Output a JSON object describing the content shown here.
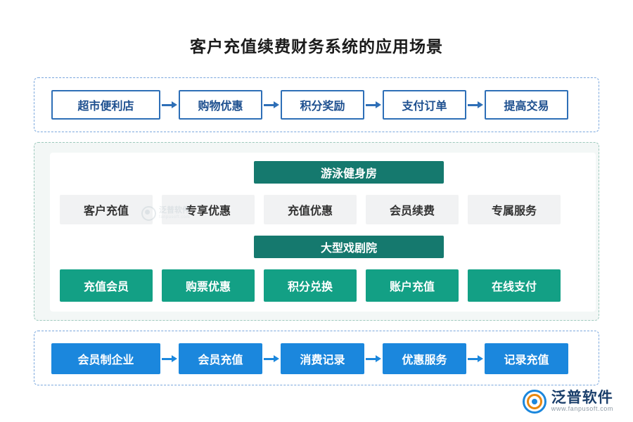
{
  "title": "客户充值续费财务系统的应用场景",
  "section_top": {
    "name": "supermarket-flow",
    "items": [
      {
        "label": "超市便利店"
      },
      {
        "label": "购物优惠"
      },
      {
        "label": "积分奖励"
      },
      {
        "label": "支付订单"
      },
      {
        "label": "提高交易"
      }
    ]
  },
  "section_middle": {
    "group_gym": {
      "header": "游泳健身房",
      "items": [
        {
          "label": "客户充值"
        },
        {
          "label": "专享优惠"
        },
        {
          "label": "充值优惠"
        },
        {
          "label": "会员续费"
        },
        {
          "label": "专属服务"
        }
      ]
    },
    "group_theatre": {
      "header": "大型戏剧院",
      "items": [
        {
          "label": "充值会员"
        },
        {
          "label": "购票优惠"
        },
        {
          "label": "积分兑换"
        },
        {
          "label": "账户充值"
        },
        {
          "label": "在线支付"
        }
      ]
    }
  },
  "section_bottom": {
    "name": "membership-flow",
    "items": [
      {
        "label": "会员制企业"
      },
      {
        "label": "会员充值"
      },
      {
        "label": "消费记录"
      },
      {
        "label": "优惠服务"
      },
      {
        "label": "记录充值"
      }
    ]
  },
  "watermark": {
    "text": "泛普软件",
    "sub": "fanpusoft.com"
  },
  "logo": {
    "name": "泛普软件",
    "url": "www.fanpusoft.com"
  },
  "colors": {
    "accent_blue": "#1b87dd",
    "outline_blue": "#2e6fb7",
    "accent_green": "#13a085",
    "header_teal": "#15796e",
    "grey_box": "#f1f2f3"
  }
}
